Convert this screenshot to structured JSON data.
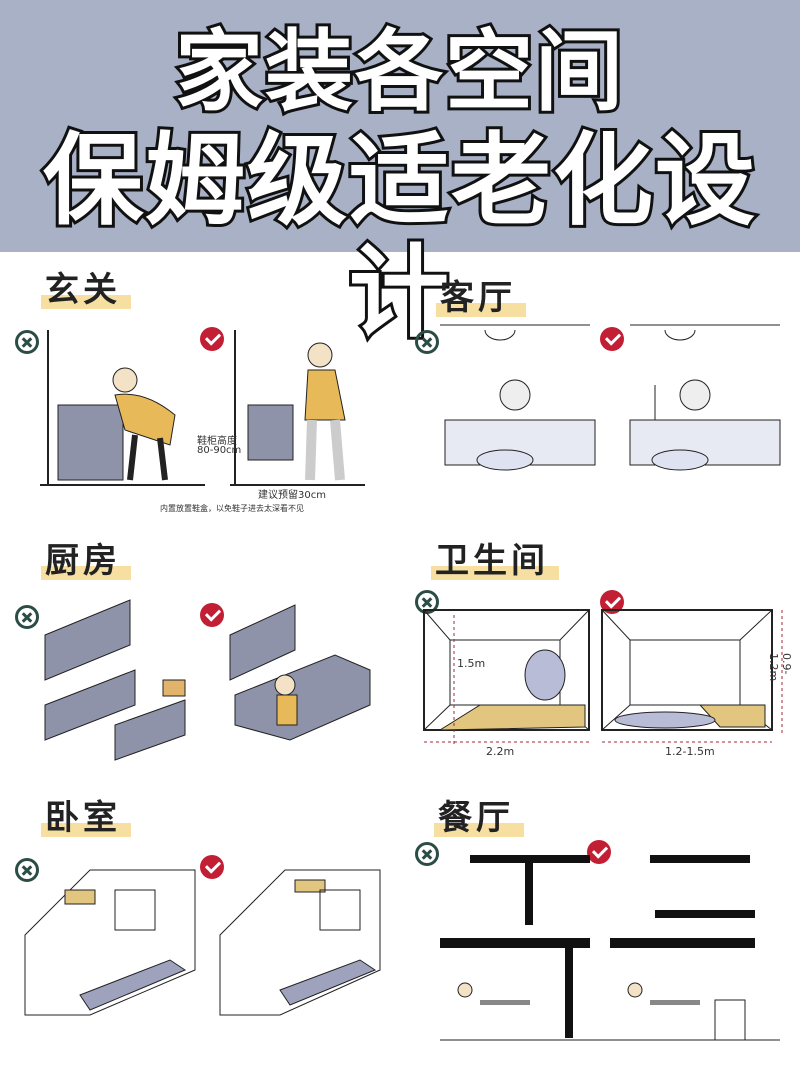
{
  "header": {
    "line1": "家装各空间",
    "line2": "保姆级适老化设计"
  },
  "sections": [
    {
      "title": "玄关",
      "notes": {
        "height_label": "鞋柜高度",
        "height_value": "80-90cm",
        "reserve": "建议预留30cm",
        "tip": "内置放置鞋盒，以免鞋子进去太深看不见"
      }
    },
    {
      "title": "客厅"
    },
    {
      "title": "厨房"
    },
    {
      "title": "卫生间",
      "dims": {
        "height": "1.5m",
        "width_bad": "2.2m",
        "width_good": "1.2-1.5m",
        "depth_good": "0.9-1.2m"
      }
    },
    {
      "title": "卧室"
    },
    {
      "title": "餐厅"
    }
  ],
  "icons": {
    "bad": "cross-circle-icon",
    "good": "check-circle-icon"
  },
  "colors": {
    "header_bg": "#a8b1c6",
    "highlight": "#f6dfa1",
    "bad": "#2c4d45",
    "good": "#c21e34",
    "furniture": "#8e93aa"
  }
}
